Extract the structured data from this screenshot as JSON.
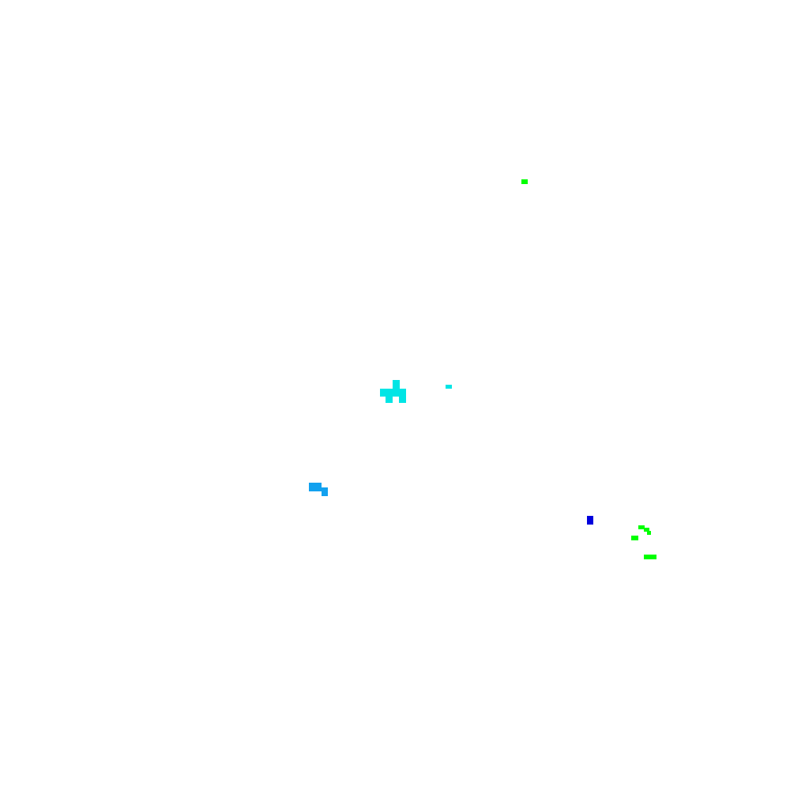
{
  "background_color": "#ffffff",
  "colors": {
    "green": "#00ff00",
    "cyan": "#00e5e5",
    "sky_blue": "#12a1ef",
    "blue": "#0000dd"
  },
  "blobs": [
    {
      "name": "green-speck-top",
      "color": "green"
    },
    {
      "name": "cyan-cluster-center",
      "color": "cyan"
    },
    {
      "name": "cyan-speck-right",
      "color": "cyan"
    },
    {
      "name": "sky-blue-cluster",
      "color": "sky_blue"
    },
    {
      "name": "blue-speck",
      "color": "blue"
    },
    {
      "name": "green-arc-bottom-right",
      "color": "green"
    },
    {
      "name": "green-dash-small",
      "color": "green"
    },
    {
      "name": "green-dash-long",
      "color": "green"
    }
  ]
}
